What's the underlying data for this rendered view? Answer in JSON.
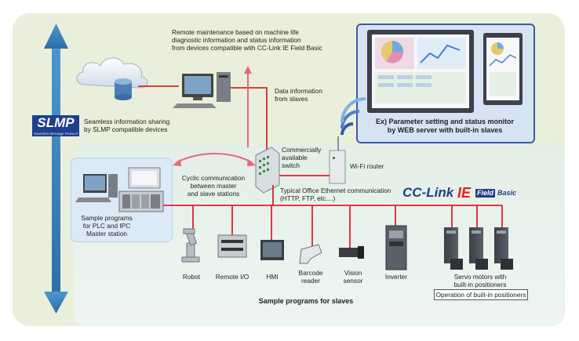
{
  "labels": {
    "remote_maintenance": [
      "Remote maintenance based on machine life",
      "diagnostic information and status information",
      "from devices compatible with CC-Link IE Field Basic"
    ],
    "data_information": [
      "Data information",
      "from slaves"
    ],
    "seamless": [
      "Seamless information sharing",
      "by SLMP compatible devices"
    ],
    "slmp_logo": "SLMP",
    "slmp_sub": "Seamless Message Protocol",
    "commercial_switch": [
      "Commercially",
      "available",
      "switch"
    ],
    "wifi_router": "Wi-Fi router",
    "cyclic": [
      "Cyclic communication",
      "between master",
      "and slave stations"
    ],
    "typical_office": [
      "Typical Office Ethernet communication",
      "(HTTP, FTP, etc....)"
    ],
    "cclink_text": "CC-Link",
    "cclink_ie": "IE",
    "cclink_field": "Field",
    "cclink_basic": "Basic",
    "sample_master": [
      "Sample programs",
      "for PLC and IPC",
      "Master station"
    ],
    "web_server": [
      "Ex) Parameter setting and status monitor",
      "by WEB server with built-in slaves"
    ],
    "devices": {
      "robot": "Robot",
      "remote_io": "Remote I/O",
      "hmi": "HMI",
      "barcode": [
        "Barcode",
        "reader"
      ],
      "vision": [
        "Vision",
        "sensor"
      ],
      "inverter": "Inverter",
      "servo": [
        "Servo motors with",
        "built-in positioners"
      ]
    },
    "positioners_box": "Operation of built-in positioners",
    "sample_slaves": "Sample programs for slaves"
  },
  "colors": {
    "network_red": "#e0202a",
    "arrow_pink": "#e8677a",
    "slmp_blue": "#1e3f8a",
    "arrow_blue": "#3d87c0"
  }
}
